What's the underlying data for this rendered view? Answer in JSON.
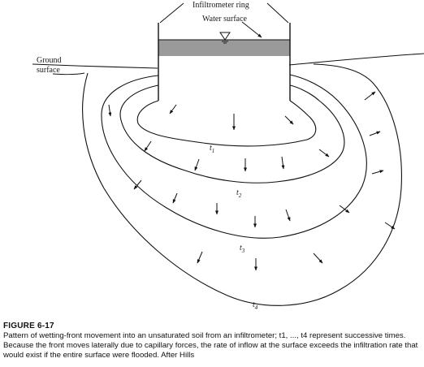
{
  "figure": {
    "labels": {
      "infiltrometer_ring": "Infiltrometer ring",
      "water_surface": "Water surface",
      "ground_surface_line1": "Ground",
      "ground_surface_line2": "surface"
    },
    "fronts": [
      {
        "label_base": "t",
        "label_sub": "1"
      },
      {
        "label_base": "t",
        "label_sub": "2"
      },
      {
        "label_base": "t",
        "label_sub": "3"
      },
      {
        "label_base": "t",
        "label_sub": "4"
      }
    ]
  },
  "caption": {
    "title": "FIGURE 6-17",
    "body": "Pattern of wetting-front movement into an unsaturated soil from an infiltrometer; t1, ..., t4 represent successive times. Because the front moves laterally due to capillary forces, the rate of inflow at the surface exceeds the infiltration rate that would exist if the entire surface were flooded. After Hills"
  }
}
